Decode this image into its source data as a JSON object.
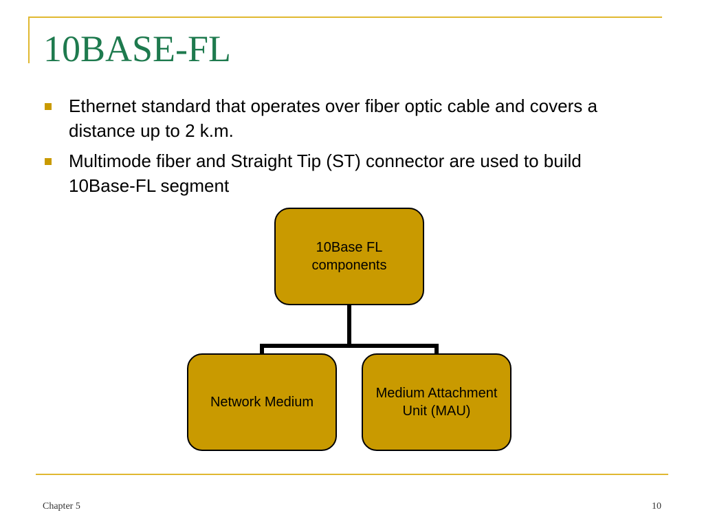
{
  "slide": {
    "title": "10BASE-FL",
    "bullets": [
      {
        "text": "Ethernet standard that operates over fiber optic cable and covers a distance up to 2 k.m."
      },
      {
        "text": "Multimode fiber and Straight Tip (ST) connector are used to build 10Base-FL segment"
      }
    ]
  },
  "diagram": {
    "root": {
      "label": "10Base FL\ncomponents"
    },
    "children": [
      {
        "label": "Network Medium"
      },
      {
        "label": "Medium Attachment\nUnit (MAU)"
      }
    ]
  },
  "footer": {
    "chapter": "Chapter 5",
    "page_number": "10"
  },
  "colors": {
    "title": "#1e7a4e",
    "accent_line": "#e0b830",
    "bullet_marker": "#c99a00",
    "node_fill": "#c99a00",
    "node_border": "#000000"
  }
}
